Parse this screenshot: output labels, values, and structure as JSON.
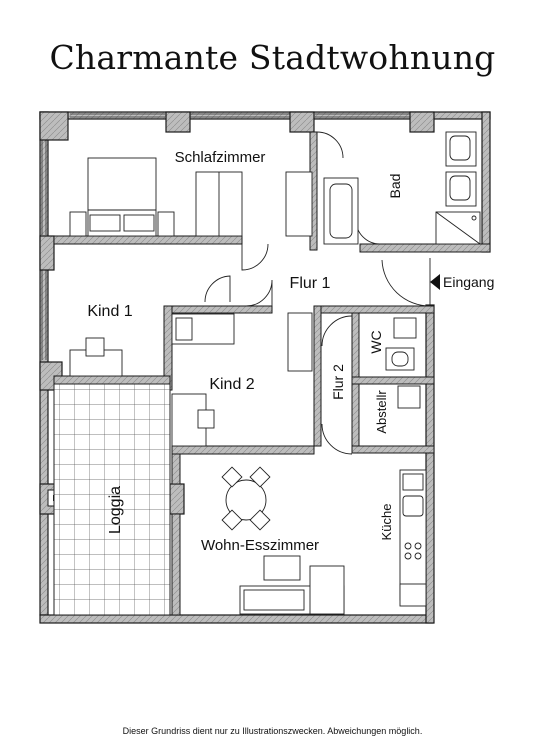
{
  "title": "Charmante Stadtwohnung",
  "rooms": {
    "schlafzimmer": "Schlafzimmer",
    "bad": "Bad",
    "flur1": "Flur 1",
    "eingang": "Eingang",
    "kind1": "Kind 1",
    "kind2": "Kind 2",
    "wc": "WC",
    "flur2": "Flur 2",
    "abstellr": "Abstellr",
    "loggia": "Loggia",
    "kueche": "Küche",
    "wohn": "Wohn-Esszimmer"
  },
  "disclaimer": "Dieser Grundriss dient nur zu Illustrationszwecken. Abweichungen möglich.",
  "colors": {
    "wall": "#1a1a1a",
    "wall_fill": "#bdbdbd",
    "line": "#222222",
    "background": "#ffffff"
  }
}
